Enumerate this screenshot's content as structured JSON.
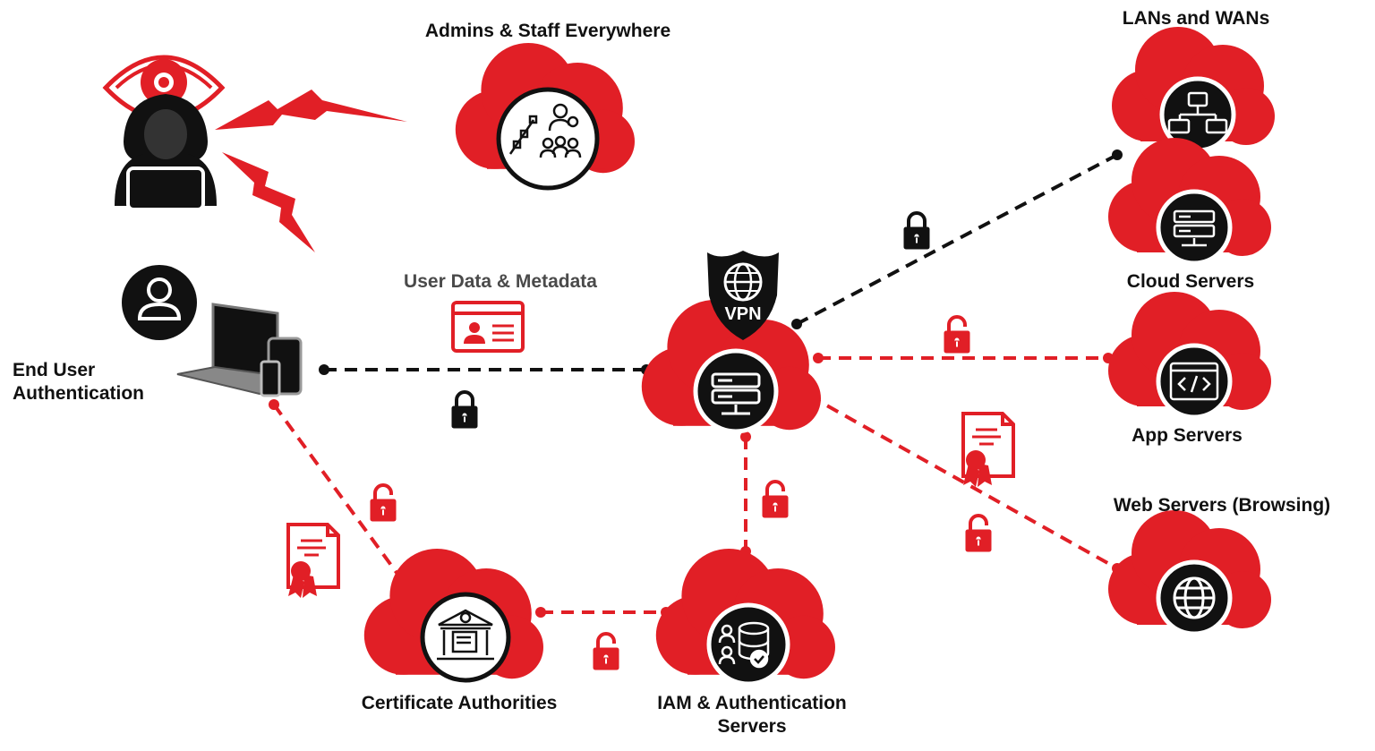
{
  "labels": {
    "admins": "Admins & Staff Everywhere",
    "lans": "LANs and WANs",
    "cloud_servers": "Cloud Servers",
    "app_servers": "App Servers",
    "web_servers": "Web Servers (Browsing)",
    "user_data": "User Data & Metadata",
    "end_user_line1": "End User",
    "end_user_line2": "Authentication",
    "cert_auth": "Certificate Authorities",
    "iam_line1": "IAM & Authentication",
    "iam_line2": "Servers",
    "vpn_badge": "VPN"
  },
  "colors": {
    "brand_red": "#e11f26",
    "black": "#111111",
    "label_gray": "#4a4a4a"
  },
  "icons": [
    "hacker-icon",
    "eye-icon",
    "lightning-icon",
    "user-avatar-icon",
    "devices-icon",
    "id-card-icon",
    "vpn-shield-icon",
    "server-icon",
    "network-icon",
    "code-icon",
    "globe-icon",
    "bank-icon",
    "database-users-icon",
    "keys-team-icon",
    "lock-icon",
    "unlock-icon",
    "certificate-icon"
  ],
  "connections": [
    {
      "from": "devices",
      "to": "vpn-hub",
      "style": "secure",
      "color": "black"
    },
    {
      "from": "vpn-hub",
      "to": "lans",
      "style": "secure",
      "color": "black"
    },
    {
      "from": "vpn-hub",
      "to": "app-servers",
      "style": "unsecured",
      "color": "red"
    },
    {
      "from": "vpn-hub",
      "to": "web-servers",
      "style": "unsecured",
      "color": "red"
    },
    {
      "from": "vpn-hub",
      "to": "iam-servers",
      "style": "unsecured",
      "color": "red"
    },
    {
      "from": "devices",
      "to": "certificate-authorities",
      "style": "unsecured",
      "color": "red"
    },
    {
      "from": "certificate-authorities",
      "to": "iam-servers",
      "style": "unsecured",
      "color": "red"
    }
  ]
}
